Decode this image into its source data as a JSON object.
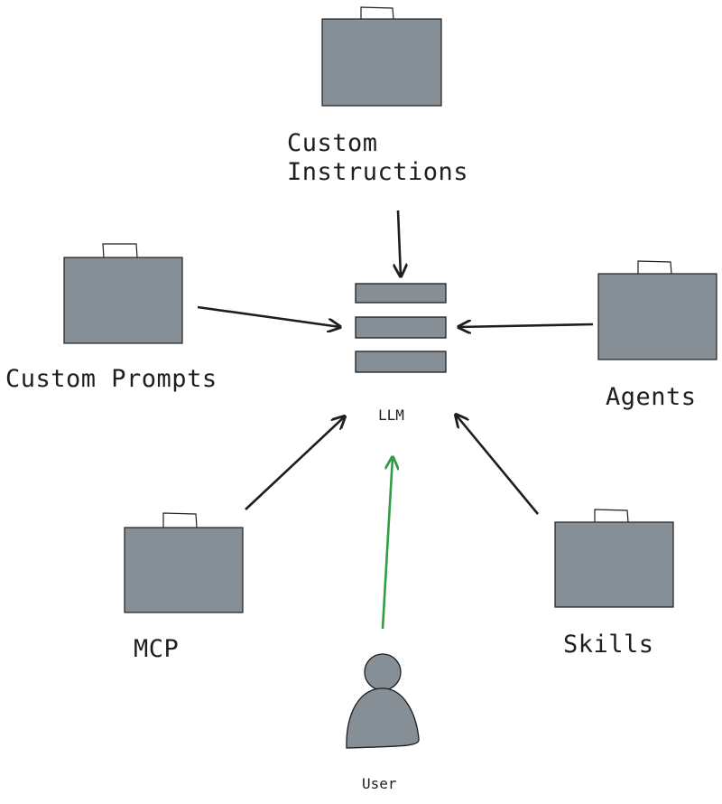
{
  "diagram": {
    "colors": {
      "node_fill": "#868e96",
      "stroke": "#1e1e1e",
      "user_arrow": "#2f9e44",
      "background": "#ffffff"
    },
    "center": {
      "label": "LLM",
      "icon": "stack-icon"
    },
    "nodes": [
      {
        "id": "custom-instructions",
        "label_line1": "Custom",
        "label_line2": "Instructions",
        "icon": "briefcase-icon"
      },
      {
        "id": "custom-prompts",
        "label": "Custom Prompts",
        "icon": "briefcase-icon"
      },
      {
        "id": "agents",
        "label": "Agents",
        "icon": "briefcase-icon"
      },
      {
        "id": "mcp",
        "label": "MCP",
        "icon": "briefcase-icon"
      },
      {
        "id": "skills",
        "label": "Skills",
        "icon": "briefcase-icon"
      },
      {
        "id": "user",
        "label": "User",
        "icon": "user-icon"
      }
    ],
    "edges": [
      {
        "from": "custom-instructions",
        "to": "LLM"
      },
      {
        "from": "custom-prompts",
        "to": "LLM"
      },
      {
        "from": "agents",
        "to": "LLM"
      },
      {
        "from": "mcp",
        "to": "LLM"
      },
      {
        "from": "skills",
        "to": "LLM"
      },
      {
        "from": "user",
        "to": "LLM",
        "highlight": true
      }
    ]
  }
}
